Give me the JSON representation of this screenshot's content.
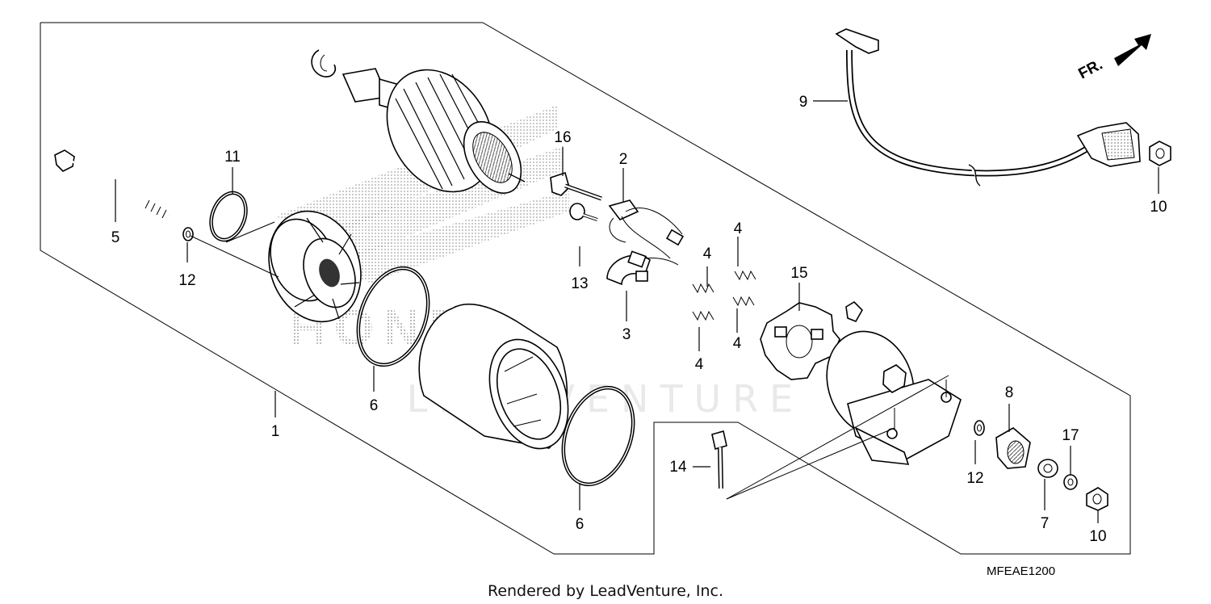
{
  "diagram": {
    "callouts": {
      "p1": "1",
      "p2": "2",
      "p3": "3",
      "p4a": "4",
      "p4b": "4",
      "p4c": "4",
      "p4d": "4",
      "p5": "5",
      "p6a": "6",
      "p6b": "6",
      "p7": "7",
      "p8": "8",
      "p9": "9",
      "p10a": "10",
      "p10b": "10",
      "p11": "11",
      "p12a": "12",
      "p12b": "12",
      "p13": "13",
      "p14": "14",
      "p15": "15",
      "p16": "16",
      "p17": "17"
    },
    "direction_label": "FR.",
    "diagram_code": "MFEAE1200",
    "footer_text": "Rendered by LeadVenture, Inc.",
    "watermark_text": "LEADVENTURE",
    "brand_watermark": "HONDA"
  }
}
